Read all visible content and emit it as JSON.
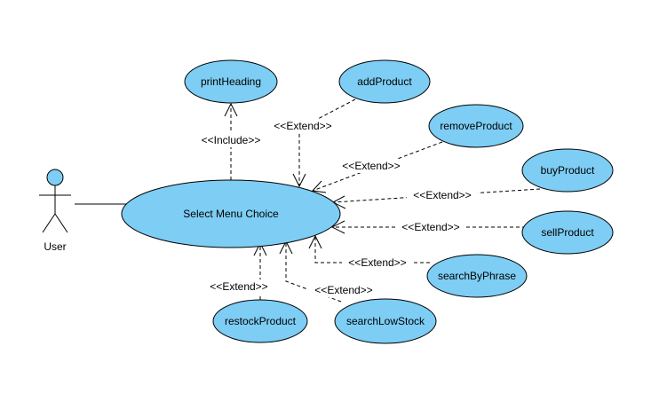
{
  "actor": {
    "name": "User"
  },
  "main_use_case": {
    "label": "Select Menu Choice"
  },
  "use_cases": {
    "printHeading": "printHeading",
    "addProduct": "addProduct",
    "removeProduct": "removeProduct",
    "buyProduct": "buyProduct",
    "sellProduct": "sellProduct",
    "searchByPhrase": "searchByPhrase",
    "searchLowStock": "searchLowStock",
    "restockProduct": "restockProduct"
  },
  "relationships": {
    "include_label": "<<Include>>",
    "extend_label": "<<Extend>>"
  },
  "colors": {
    "use_case_fill": "#7dcdf4",
    "stroke": "#000000"
  }
}
